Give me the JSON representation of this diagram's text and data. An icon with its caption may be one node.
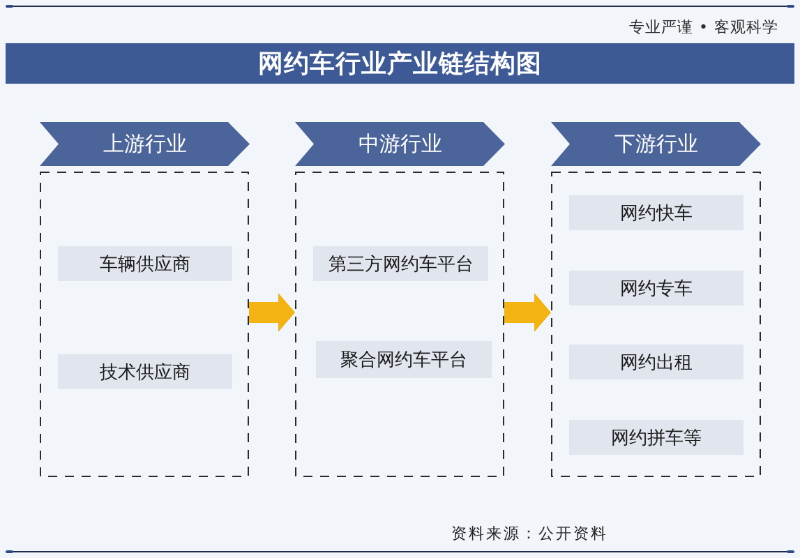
{
  "diagram": {
    "title": "网约车行业产业链结构图",
    "nodes": [
      {
        "text": [
          "上游行业"
        ]
      },
      {
        "text": [],
        "shape": "box"
      },
      {
        "text": [
          "车辆供应商"
        ],
        "in": 1
      },
      {
        "text": [
          "技术供应商"
        ],
        "in": 1
      },
      {
        "text": [
          "中游行业"
        ]
      },
      {
        "text": [],
        "shape": "box"
      },
      {
        "text": [
          "第三方网约车平台"
        ],
        "in": 5
      },
      {
        "text": [
          "聚合网约车平台"
        ],
        "in": 5
      },
      {
        "text": [
          "下游行业"
        ]
      },
      {
        "text": [],
        "shape": "box"
      },
      {
        "text": [
          "网约快车"
        ],
        "in": 9
      },
      {
        "text": [
          "网约专车"
        ],
        "in": 9
      },
      {
        "text": [
          "网约出租"
        ],
        "in": 9
      },
      {
        "text": [
          "网约拼车等"
        ],
        "in": 9
      }
    ],
    "edges": [
      {
        "from": 1,
        "to": 5,
        "arrow": "to"
      },
      {
        "from": 5,
        "to": 9,
        "arrow": "to"
      }
    ],
    "labels": [
      "专业严谨 • 客观科学",
      "资料来源：公开资料"
    ]
  }
}
